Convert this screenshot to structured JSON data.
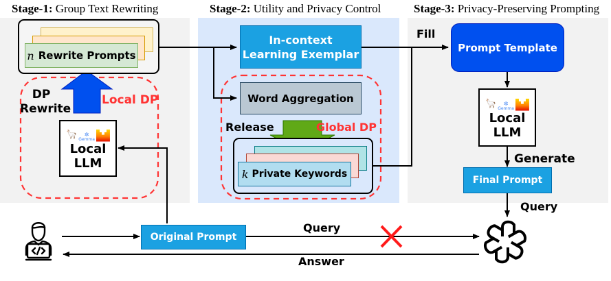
{
  "stages": [
    {
      "prefix": "Stage-1:",
      "title": "Group Text Rewriting"
    },
    {
      "prefix": "Stage-2:",
      "title": "Utility and Privacy Control"
    },
    {
      "prefix": "Stage-3:",
      "title": "Privacy-Preserving Prompting"
    }
  ],
  "stage1": {
    "rewrite_prompts_var": "n",
    "rewrite_prompts_label": "Rewrite Prompts",
    "dp_rewrite_label_line1": "DP",
    "dp_rewrite_label_line2": "Rewrite",
    "local_dp_label": "Local DP",
    "local_llm_line1": "Local",
    "local_llm_line2": "LLM",
    "gemma_label": "Gemma"
  },
  "stage2": {
    "icl_line1": "In-context",
    "icl_line2": "Learning Exemplar",
    "word_aggregation": "Word Aggregation",
    "release_label": "Release",
    "global_dp_label": "Global DP",
    "keywords_var": "k",
    "keywords_label": "Private Keywords"
  },
  "stage3": {
    "fill_label": "Fill",
    "prompt_template": "Prompt Template",
    "local_llm_line1": "Local",
    "local_llm_line2": "LLM",
    "gemma_label": "Gemma",
    "generate_label": "Generate",
    "final_prompt": "Final Prompt",
    "query_label": "Query"
  },
  "bottom": {
    "original_prompt": "Original Prompt",
    "query_label": "Query",
    "answer_label": "Answer"
  },
  "colors": {
    "panel1_bg": "#f2f2f2",
    "panel2_bg": "#dae8fc",
    "panel3_bg": "#f2f2f2",
    "accent_blue": "#1ba1e2",
    "prompt_template_blue": "#0050ef",
    "dp_arrow_blue": "#0050ef",
    "release_arrow_green": "#60a917",
    "dashed_red": "#ff3333",
    "red_text": "#ff3333",
    "word_agg_gray": "#bac8d3",
    "rewrite_green": "#d5e8d4",
    "keywords_blue": "#b1ddf0"
  }
}
